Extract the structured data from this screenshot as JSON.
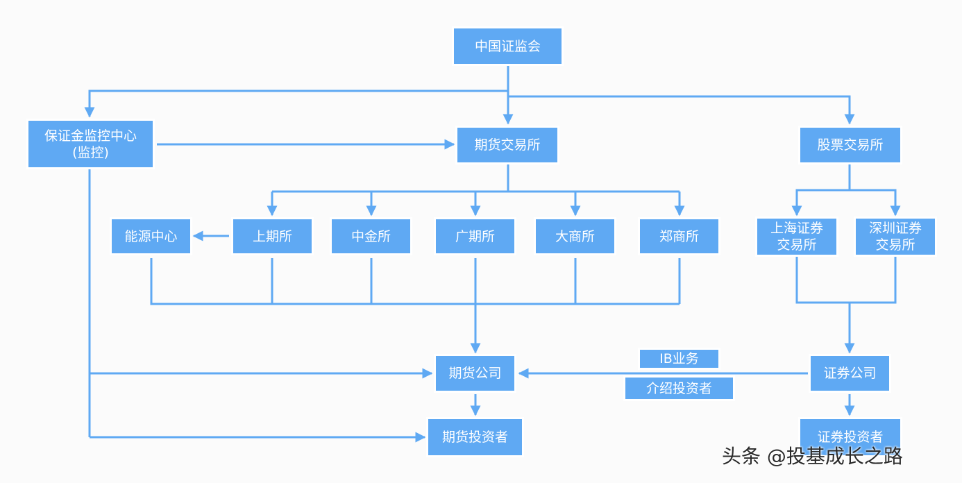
{
  "colors": {
    "box": "#5fa9f3",
    "line": "#5fa9f3",
    "text": "#ffffff"
  },
  "nodes": {
    "csrc": "中国证监会",
    "margin_center": "保证金监控中心\n(监控)",
    "futures_exchange": "期货交易所",
    "stock_exchange": "股票交易所",
    "energy_center": "能源中心",
    "shfe": "上期所",
    "cffex": "中金所",
    "gfex": "广期所",
    "dce": "大商所",
    "czce": "郑商所",
    "sse": "上海证券\n交易所",
    "szse": "深圳证券\n交易所",
    "futures_company": "期货公司",
    "futures_investor": "期货投资者",
    "securities_company": "证券公司",
    "securities_investor": "证券投资者",
    "ib_business": "IB业务",
    "introducing_broker": "介绍投资者"
  },
  "watermark": "头条 @投基成长之路"
}
